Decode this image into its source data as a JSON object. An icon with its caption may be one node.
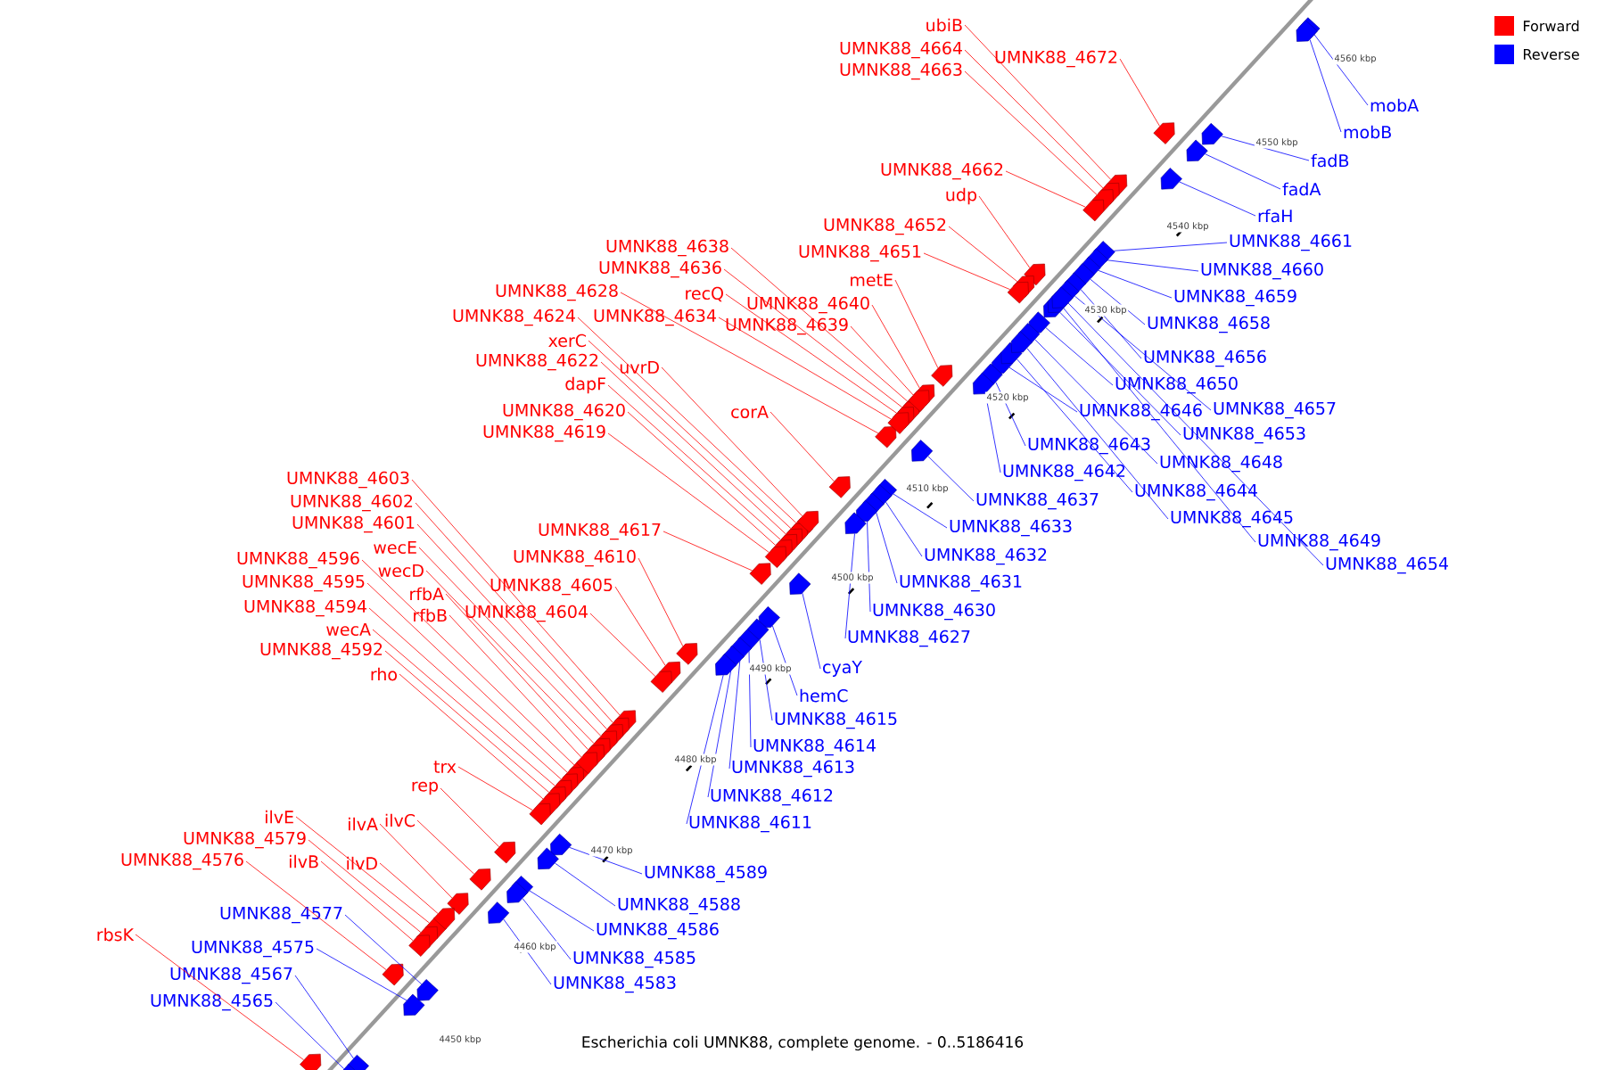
{
  "diagram": {
    "caption": "Escherichia coli UMNK88, complete genome. - 0..5186416",
    "nodes": [
      {
        "text": [
          "ubiB"
        ]
      },
      {
        "text": [
          "UMNK88_4664"
        ]
      },
      {
        "text": [
          "UMNK88_4672"
        ]
      },
      {
        "text": [
          "UMNK88_4663"
        ]
      },
      {
        "text": [
          "UMNK88_4662"
        ]
      },
      {
        "text": [
          "udp"
        ]
      },
      {
        "text": [
          "UMNK88_4652"
        ]
      },
      {
        "text": [
          "UMNK88_4651"
        ]
      },
      {
        "text": [
          "UMNK88_4638"
        ]
      },
      {
        "text": [
          "UMNK88_4636"
        ]
      },
      {
        "text": [
          "metE"
        ]
      },
      {
        "text": [
          "UMNK88_4628"
        ]
      },
      {
        "text": [
          "recQ"
        ]
      },
      {
        "text": [
          "UMNK88_4640"
        ]
      },
      {
        "text": [
          "UMNK88_4624"
        ]
      },
      {
        "text": [
          "UMNK88_4634"
        ]
      },
      {
        "text": [
          "UMNK88_4639"
        ]
      },
      {
        "text": [
          "xerC"
        ]
      },
      {
        "text": [
          "UMNK88_4622"
        ]
      },
      {
        "text": [
          "uvrD"
        ]
      },
      {
        "text": [
          "dapF"
        ]
      },
      {
        "text": [
          "UMNK88_4620"
        ]
      },
      {
        "text": [
          "corA"
        ]
      },
      {
        "text": [
          "UMNK88_4619"
        ]
      },
      {
        "text": [
          "UMNK88_4603"
        ]
      },
      {
        "text": [
          "UMNK88_4602"
        ]
      },
      {
        "text": [
          "UMNK88_4601"
        ]
      },
      {
        "text": [
          "UMNK88_4617"
        ]
      },
      {
        "text": [
          "wecE"
        ]
      },
      {
        "text": [
          "UMNK88_4610"
        ]
      },
      {
        "text": [
          "UMNK88_4596"
        ]
      },
      {
        "text": [
          "wecD"
        ]
      },
      {
        "text": [
          "UMNK88_4595"
        ]
      },
      {
        "text": [
          "UMNK88_4605"
        ]
      },
      {
        "text": [
          "rfbA"
        ]
      },
      {
        "text": [
          "UMNK88_4594"
        ]
      },
      {
        "text": [
          "rfbB"
        ]
      },
      {
        "text": [
          "UMNK88_4604"
        ]
      },
      {
        "text": [
          "wecA"
        ]
      },
      {
        "text": [
          "UMNK88_4592"
        ]
      },
      {
        "text": [
          "rho"
        ]
      },
      {
        "text": [
          "trx"
        ]
      },
      {
        "text": [
          "rep"
        ]
      },
      {
        "text": [
          "ilvE"
        ]
      },
      {
        "text": [
          "ilvC"
        ]
      },
      {
        "text": [
          "ilvA"
        ]
      },
      {
        "text": [
          "UMNK88_4579"
        ]
      },
      {
        "text": [
          "UMNK88_4576"
        ]
      },
      {
        "text": [
          "ilvB"
        ]
      },
      {
        "text": [
          "ilvD"
        ]
      },
      {
        "text": [
          "rbsK"
        ]
      },
      {
        "text": [
          "mobA"
        ]
      },
      {
        "text": [
          "mobB"
        ]
      },
      {
        "text": [
          "fadB"
        ]
      },
      {
        "text": [
          "fadA"
        ]
      },
      {
        "text": [
          "rfaH"
        ]
      },
      {
        "text": [
          "UMNK88_4661"
        ]
      },
      {
        "text": [
          "UMNK88_4660"
        ]
      },
      {
        "text": [
          "UMNK88_4659"
        ]
      },
      {
        "text": [
          "UMNK88_4658"
        ]
      },
      {
        "text": [
          "UMNK88_4656"
        ]
      },
      {
        "text": [
          "UMNK88_4650"
        ]
      },
      {
        "text": [
          "UMNK88_4657"
        ]
      },
      {
        "text": [
          "UMNK88_4646"
        ]
      },
      {
        "text": [
          "UMNK88_4653"
        ]
      },
      {
        "text": [
          "UMNK88_4643"
        ]
      },
      {
        "text": [
          "UMNK88_4648"
        ]
      },
      {
        "text": [
          "UMNK88_4642"
        ]
      },
      {
        "text": [
          "UMNK88_4644"
        ]
      },
      {
        "text": [
          "UMNK88_4637"
        ]
      },
      {
        "text": [
          "UMNK88_4645"
        ]
      },
      {
        "text": [
          "UMNK88_4633"
        ]
      },
      {
        "text": [
          "UMNK88_4649"
        ]
      },
      {
        "text": [
          "UMNK88_4632"
        ]
      },
      {
        "text": [
          "UMNK88_4654"
        ]
      },
      {
        "text": [
          "UMNK88_4631"
        ]
      },
      {
        "text": [
          "UMNK88_4630"
        ]
      },
      {
        "text": [
          "UMNK88_4627"
        ]
      },
      {
        "text": [
          "cyaY"
        ]
      },
      {
        "text": [
          "hemC"
        ]
      },
      {
        "text": [
          "UMNK88_4615"
        ]
      },
      {
        "text": [
          "UMNK88_4614"
        ]
      },
      {
        "text": [
          "UMNK88_4613"
        ]
      },
      {
        "text": [
          "UMNK88_4612"
        ]
      },
      {
        "text": [
          "UMNK88_4611"
        ]
      },
      {
        "text": [
          "UMNK88_4589"
        ]
      },
      {
        "text": [
          "UMNK88_4588"
        ]
      },
      {
        "text": [
          "UMNK88_4577"
        ]
      },
      {
        "text": [
          "UMNK88_4586"
        ]
      },
      {
        "text": [
          "UMNK88_4575"
        ]
      },
      {
        "text": [
          "UMNK88_4585"
        ]
      },
      {
        "text": [
          "UMNK88_4567"
        ]
      },
      {
        "text": [
          "UMNK88_4583"
        ]
      },
      {
        "text": [
          "UMNK88_4565"
        ]
      },
      {
        "text": [],
        "shape": "pentagon"
      },
      {
        "text": [],
        "shape": "pentagon"
      },
      {
        "text": [],
        "shape": "pentagon"
      },
      {
        "text": [],
        "shape": "pentagon"
      },
      {
        "text": [],
        "shape": "pentagon"
      },
      {
        "text": [],
        "shape": "pentagon"
      },
      {
        "text": [],
        "shape": "pentagon"
      },
      {
        "text": [],
        "shape": "pentagon"
      },
      {
        "text": [],
        "shape": "pentagon"
      },
      {
        "text": [],
        "shape": "pentagon"
      },
      {
        "text": [],
        "shape": "pentagon"
      },
      {
        "text": [],
        "shape": "pentagon"
      },
      {
        "text": [],
        "shape": "pentagon"
      },
      {
        "text": [],
        "shape": "pentagon"
      },
      {
        "text": [],
        "shape": "pentagon"
      },
      {
        "text": [],
        "shape": "pentagon"
      },
      {
        "text": [],
        "shape": "pentagon"
      },
      {
        "text": [],
        "shape": "pentagon"
      },
      {
        "text": [],
        "shape": "pentagon"
      },
      {
        "text": [],
        "shape": "pentagon"
      },
      {
        "text": [],
        "shape": "pentagon"
      },
      {
        "text": [],
        "shape": "pentagon"
      },
      {
        "text": [],
        "shape": "pentagon"
      },
      {
        "text": [],
        "shape": "pentagon"
      },
      {
        "text": [],
        "shape": "pentagon"
      },
      {
        "text": [],
        "shape": "pentagon"
      },
      {
        "text": [],
        "shape": "pentagon"
      },
      {
        "text": [],
        "shape": "pentagon"
      },
      {
        "text": [],
        "shape": "pentagon"
      },
      {
        "text": [],
        "shape": "pentagon"
      },
      {
        "text": [],
        "shape": "pentagon"
      },
      {
        "text": [],
        "shape": "pentagon"
      },
      {
        "text": [],
        "shape": "pentagon"
      },
      {
        "text": [],
        "shape": "pentagon"
      },
      {
        "text": [],
        "shape": "pentagon"
      },
      {
        "text": [],
        "shape": "pentagon"
      },
      {
        "text": [],
        "shape": "pentagon"
      },
      {
        "text": [],
        "shape": "pentagon"
      },
      {
        "text": [],
        "shape": "pentagon"
      },
      {
        "text": [],
        "shape": "pentagon"
      },
      {
        "text": [],
        "shape": "pentagon"
      },
      {
        "text": [],
        "shape": "pentagon"
      },
      {
        "text": [],
        "shape": "pentagon"
      },
      {
        "text": [],
        "shape": "pentagon"
      },
      {
        "text": [],
        "shape": "pentagon"
      },
      {
        "text": [],
        "shape": "pentagon"
      },
      {
        "text": [],
        "shape": "pentagon"
      },
      {
        "text": [],
        "shape": "pentagon"
      },
      {
        "text": [],
        "shape": "pentagon"
      },
      {
        "text": [],
        "shape": "pentagon"
      },
      {
        "text": [],
        "shape": "pentagon"
      },
      {
        "text": [],
        "shape": "pentagon"
      },
      {
        "text": [],
        "shape": "pentagon"
      },
      {
        "text": [],
        "shape": "pentagon"
      },
      {
        "text": [],
        "shape": "pentagon"
      },
      {
        "text": [],
        "shape": "pentagon"
      },
      {
        "text": [],
        "shape": "pentagon"
      },
      {
        "text": [],
        "shape": "pentagon"
      },
      {
        "text": [],
        "shape": "pentagon"
      },
      {
        "text": [],
        "shape": "pentagon"
      },
      {
        "text": [],
        "shape": "pentagon"
      },
      {
        "text": [],
        "shape": "pentagon"
      },
      {
        "text": [],
        "shape": "pentagon"
      },
      {
        "text": [],
        "shape": "pentagon"
      },
      {
        "text": [],
        "shape": "pentagon"
      },
      {
        "text": [],
        "shape": "pentagon"
      },
      {
        "text": [],
        "shape": "pentagon"
      },
      {
        "text": [],
        "shape": "pentagon"
      },
      {
        "text": [],
        "shape": "pentagon"
      },
      {
        "text": [],
        "shape": "pentagon"
      },
      {
        "text": [],
        "shape": "pentagon"
      },
      {
        "text": [],
        "shape": "pentagon"
      },
      {
        "text": [],
        "shape": "pentagon"
      },
      {
        "text": [],
        "shape": "pentagon"
      },
      {
        "text": [],
        "shape": "pentagon"
      },
      {
        "text": [],
        "shape": "pentagon"
      },
      {
        "text": [],
        "shape": "pentagon"
      },
      {
        "text": [],
        "shape": "pentagon"
      },
      {
        "text": [],
        "shape": "pentagon"
      },
      {
        "text": [],
        "shape": "pentagon"
      },
      {
        "text": [],
        "shape": "pentagon"
      },
      {
        "text": [],
        "shape": "pentagon"
      },
      {
        "text": [],
        "shape": "pentagon"
      },
      {
        "text": [],
        "shape": "pentagon"
      },
      {
        "text": [],
        "shape": "pentagon"
      },
      {
        "text": [],
        "shape": "pentagon"
      },
      {
        "text": [],
        "shape": "pentagon"
      },
      {
        "text": [],
        "shape": "pentagon"
      },
      {
        "text": [],
        "shape": "pentagon"
      },
      {
        "text": [],
        "shape": "pentagon"
      },
      {
        "text": [],
        "shape": "pentagon"
      },
      {
        "text": [],
        "shape": "pentagon"
      },
      {
        "text": [],
        "shape": "pentagon"
      },
      {
        "text": [],
        "shape": "pentagon"
      }
    ],
    "edges": [
      {
        "from": 0,
        "to": 94,
        "arrow": "none",
        "color": "#ff0000"
      },
      {
        "from": 1,
        "to": 95,
        "arrow": "none",
        "color": "#ff0000"
      },
      {
        "from": 2,
        "to": 96,
        "arrow": "none",
        "color": "#ff0000"
      },
      {
        "from": 3,
        "to": 97,
        "arrow": "none",
        "color": "#ff0000"
      },
      {
        "from": 4,
        "to": 98,
        "arrow": "none",
        "color": "#ff0000"
      },
      {
        "from": 5,
        "to": 99,
        "arrow": "none",
        "color": "#ff0000"
      },
      {
        "from": 6,
        "to": 100,
        "arrow": "none",
        "color": "#ff0000"
      },
      {
        "from": 7,
        "to": 101,
        "arrow": "none",
        "color": "#ff0000"
      },
      {
        "from": 8,
        "to": 102,
        "arrow": "none",
        "color": "#ff0000"
      },
      {
        "from": 9,
        "to": 103,
        "arrow": "none",
        "color": "#ff0000"
      },
      {
        "from": 10,
        "to": 104,
        "arrow": "none",
        "color": "#ff0000"
      },
      {
        "from": 11,
        "to": 105,
        "arrow": "none",
        "color": "#ff0000"
      },
      {
        "from": 12,
        "to": 106,
        "arrow": "none",
        "color": "#ff0000"
      },
      {
        "from": 13,
        "to": 107,
        "arrow": "none",
        "color": "#ff0000"
      },
      {
        "from": 14,
        "to": 108,
        "arrow": "none",
        "color": "#ff0000"
      },
      {
        "from": 15,
        "to": 109,
        "arrow": "none",
        "color": "#ff0000"
      },
      {
        "from": 16,
        "to": 110,
        "arrow": "none",
        "color": "#ff0000"
      },
      {
        "from": 17,
        "to": 111,
        "arrow": "none",
        "color": "#ff0000"
      },
      {
        "from": 18,
        "to": 112,
        "arrow": "none",
        "color": "#ff0000"
      },
      {
        "from": 19,
        "to": 113,
        "arrow": "none",
        "color": "#ff0000"
      },
      {
        "from": 20,
        "to": 114,
        "arrow": "none",
        "color": "#ff0000"
      },
      {
        "from": 21,
        "to": 115,
        "arrow": "none",
        "color": "#ff0000"
      },
      {
        "from": 22,
        "to": 116,
        "arrow": "none",
        "color": "#ff0000"
      },
      {
        "from": 23,
        "to": 117,
        "arrow": "none",
        "color": "#ff0000"
      },
      {
        "from": 24,
        "to": 118,
        "arrow": "none",
        "color": "#ff0000"
      },
      {
        "from": 25,
        "to": 119,
        "arrow": "none",
        "color": "#ff0000"
      },
      {
        "from": 26,
        "to": 120,
        "arrow": "none",
        "color": "#ff0000"
      },
      {
        "from": 27,
        "to": 121,
        "arrow": "none",
        "color": "#ff0000"
      },
      {
        "from": 28,
        "to": 122,
        "arrow": "none",
        "color": "#ff0000"
      },
      {
        "from": 29,
        "to": 123,
        "arrow": "none",
        "color": "#ff0000"
      },
      {
        "from": 30,
        "to": 124,
        "arrow": "none",
        "color": "#ff0000"
      },
      {
        "from": 31,
        "to": 125,
        "arrow": "none",
        "color": "#ff0000"
      },
      {
        "from": 32,
        "to": 126,
        "arrow": "none",
        "color": "#ff0000"
      },
      {
        "from": 33,
        "to": 127,
        "arrow": "none",
        "color": "#ff0000"
      },
      {
        "from": 34,
        "to": 128,
        "arrow": "none",
        "color": "#ff0000"
      },
      {
        "from": 35,
        "to": 129,
        "arrow": "none",
        "color": "#ff0000"
      },
      {
        "from": 36,
        "to": 130,
        "arrow": "none",
        "color": "#ff0000"
      },
      {
        "from": 37,
        "to": 131,
        "arrow": "none",
        "color": "#ff0000"
      },
      {
        "from": 38,
        "to": 132,
        "arrow": "none",
        "color": "#ff0000"
      },
      {
        "from": 39,
        "to": 133,
        "arrow": "none",
        "color": "#ff0000"
      },
      {
        "from": 40,
        "to": 134,
        "arrow": "none",
        "color": "#ff0000"
      },
      {
        "from": 41,
        "to": 135,
        "arrow": "none",
        "color": "#ff0000"
      },
      {
        "from": 42,
        "to": 136,
        "arrow": "none",
        "color": "#ff0000"
      },
      {
        "from": 43,
        "to": 137,
        "arrow": "none",
        "color": "#ff0000"
      },
      {
        "from": 44,
        "to": 138,
        "arrow": "none",
        "color": "#ff0000"
      },
      {
        "from": 45,
        "to": 139,
        "arrow": "none",
        "color": "#ff0000"
      },
      {
        "from": 46,
        "to": 140,
        "arrow": "none",
        "color": "#ff0000"
      },
      {
        "from": 47,
        "to": 141,
        "arrow": "none",
        "color": "#ff0000"
      },
      {
        "from": 48,
        "to": 142,
        "arrow": "none",
        "color": "#ff0000"
      },
      {
        "from": 49,
        "to": 143,
        "arrow": "none",
        "color": "#ff0000"
      },
      {
        "from": 50,
        "to": 144,
        "arrow": "none",
        "color": "#ff0000"
      },
      {
        "from": 51,
        "to": 145,
        "arrow": "none",
        "color": "#0000ff"
      },
      {
        "from": 52,
        "to": 146,
        "arrow": "none",
        "color": "#0000ff"
      },
      {
        "from": 53,
        "to": 147,
        "arrow": "none",
        "color": "#0000ff"
      },
      {
        "from": 54,
        "to": 148,
        "arrow": "none",
        "color": "#0000ff"
      },
      {
        "from": 55,
        "to": 149,
        "arrow": "none",
        "color": "#0000ff"
      },
      {
        "from": 56,
        "to": 150,
        "arrow": "none",
        "color": "#0000ff"
      },
      {
        "from": 57,
        "to": 151,
        "arrow": "none",
        "color": "#0000ff"
      },
      {
        "from": 58,
        "to": 152,
        "arrow": "none",
        "color": "#0000ff"
      },
      {
        "from": 59,
        "to": 153,
        "arrow": "none",
        "color": "#0000ff"
      },
      {
        "from": 60,
        "to": 154,
        "arrow": "none",
        "color": "#0000ff"
      },
      {
        "from": 61,
        "to": 155,
        "arrow": "none",
        "color": "#0000ff"
      },
      {
        "from": 62,
        "to": 156,
        "arrow": "none",
        "color": "#0000ff"
      },
      {
        "from": 63,
        "to": 157,
        "arrow": "none",
        "color": "#0000ff"
      },
      {
        "from": 64,
        "to": 158,
        "arrow": "none",
        "color": "#0000ff"
      },
      {
        "from": 65,
        "to": 159,
        "arrow": "none",
        "color": "#0000ff"
      },
      {
        "from": 66,
        "to": 160,
        "arrow": "none",
        "color": "#0000ff"
      },
      {
        "from": 67,
        "to": 161,
        "arrow": "none",
        "color": "#0000ff"
      },
      {
        "from": 68,
        "to": 162,
        "arrow": "none",
        "color": "#0000ff"
      },
      {
        "from": 69,
        "to": 163,
        "arrow": "none",
        "color": "#0000ff"
      },
      {
        "from": 70,
        "to": 164,
        "arrow": "none",
        "color": "#0000ff"
      },
      {
        "from": 71,
        "to": 165,
        "arrow": "none",
        "color": "#0000ff"
      },
      {
        "from": 72,
        "to": 166,
        "arrow": "none",
        "color": "#0000ff"
      },
      {
        "from": 73,
        "to": 167,
        "arrow": "none",
        "color": "#0000ff"
      },
      {
        "from": 74,
        "to": 168,
        "arrow": "none",
        "color": "#0000ff"
      },
      {
        "from": 75,
        "to": 169,
        "arrow": "none",
        "color": "#0000ff"
      },
      {
        "from": 76,
        "to": 170,
        "arrow": "none",
        "color": "#0000ff"
      },
      {
        "from": 77,
        "to": 171,
        "arrow": "none",
        "color": "#0000ff"
      },
      {
        "from": 78,
        "to": 172,
        "arrow": "none",
        "color": "#0000ff"
      },
      {
        "from": 79,
        "to": 173,
        "arrow": "none",
        "color": "#0000ff"
      },
      {
        "from": 80,
        "to": 174,
        "arrow": "none",
        "color": "#0000ff"
      },
      {
        "from": 81,
        "to": 175,
        "arrow": "none",
        "color": "#0000ff"
      },
      {
        "from": 82,
        "to": 176,
        "arrow": "none",
        "color": "#0000ff"
      },
      {
        "from": 83,
        "to": 177,
        "arrow": "none",
        "color": "#0000ff"
      },
      {
        "from": 84,
        "to": 178,
        "arrow": "none",
        "color": "#0000ff"
      },
      {
        "from": 85,
        "to": 179,
        "arrow": "none",
        "color": "#0000ff"
      },
      {
        "from": 86,
        "to": 180,
        "arrow": "none",
        "color": "#0000ff"
      },
      {
        "from": 87,
        "to": 181,
        "arrow": "none",
        "color": "#0000ff"
      },
      {
        "from": 88,
        "to": 182,
        "arrow": "none",
        "color": "#0000ff"
      },
      {
        "from": 89,
        "to": 183,
        "arrow": "none",
        "color": "#0000ff"
      },
      {
        "from": 90,
        "to": 184,
        "arrow": "none",
        "color": "#0000ff"
      },
      {
        "from": 91,
        "to": 185,
        "arrow": "none",
        "color": "#0000ff"
      },
      {
        "from": 92,
        "to": 186,
        "arrow": "none",
        "color": "#0000ff"
      },
      {
        "from": 93,
        "to": 187,
        "arrow": "none",
        "color": "#0000ff"
      }
    ],
    "labels": [
      "4450 kbp",
      "4460 kbp",
      "4470 kbp",
      "4480 kbp",
      "4490 kbp",
      "4500 kbp",
      "4510 kbp",
      "4520 kbp",
      "4530 kbp",
      "4540 kbp",
      "4550 kbp",
      "4560 kbp"
    ],
    "legend": [
      {
        "text": "Forward",
        "color": "#ff0000"
      },
      {
        "text": "Reverse",
        "color": "#0000ff"
      }
    ]
  }
}
